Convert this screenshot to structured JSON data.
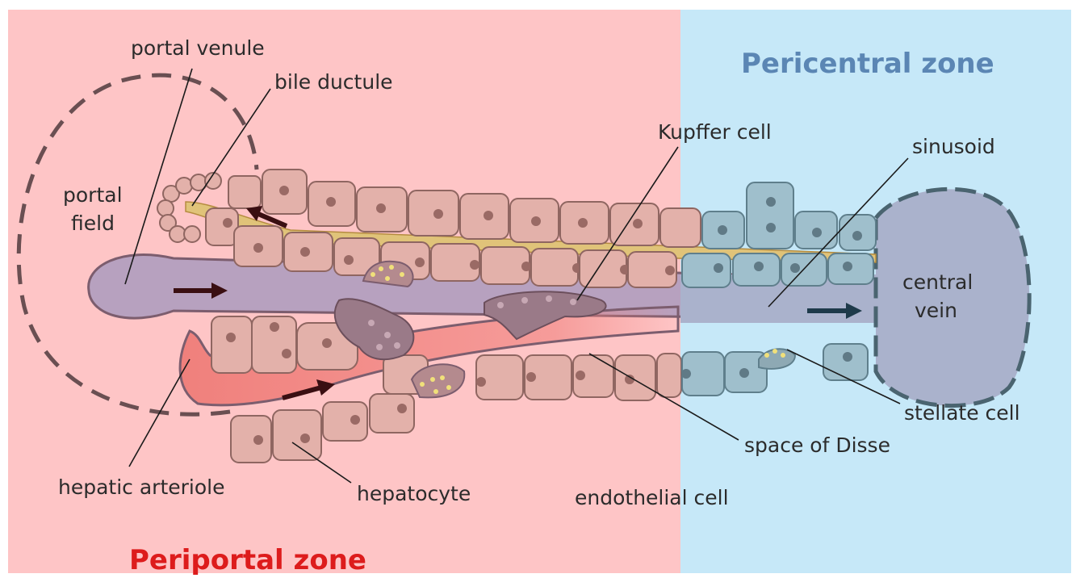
{
  "zones": {
    "periportal": "Periportal zone",
    "pericentral": "Pericentral zone"
  },
  "labels": {
    "portal_venule": "portal venule",
    "bile_ductule": "bile ductule",
    "portal_field_line1": "portal",
    "portal_field_line2": "field",
    "kupffer_cell": "Kupffer cell",
    "sinusoid": "sinusoid",
    "central_vein_line1": "central",
    "central_vein_line2": "vein",
    "stellate_cell": "stellate cell",
    "space_of_disse": "space of Disse",
    "hepatic_arteriole": "hepatic arteriole",
    "hepatocyte": "hepatocyte",
    "endothelial_cell": "endothelial cell"
  },
  "colors": {
    "periportal_bg": "#fec5c6",
    "pericentral_bg": "#c6e8f8",
    "hepatocyte": "#e3b1aa",
    "hepatocyte_pericentral": "#9fbfcc",
    "sinusoid": "#b7a1bf",
    "vein": "#aab2cc",
    "bile": "#e0c379",
    "arteriole": "#f0807c",
    "periportal_title": "#dd1c1c",
    "pericentral_title": "#5b86b4"
  }
}
